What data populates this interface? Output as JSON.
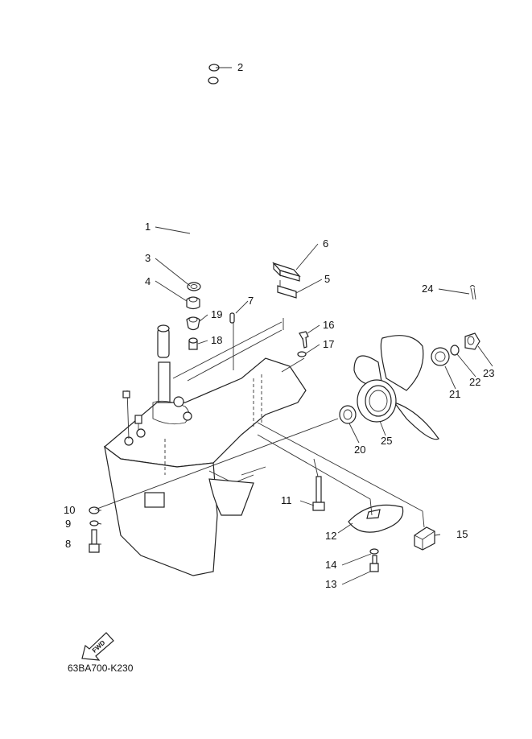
{
  "diagram": {
    "code": "63BA700-K230",
    "fwd_label": "FWD",
    "callouts": [
      "1",
      "2",
      "3",
      "4",
      "5",
      "6",
      "7",
      "8",
      "9",
      "10",
      "11",
      "12",
      "13",
      "14",
      "15",
      "16",
      "17",
      "18",
      "19",
      "20",
      "21",
      "22",
      "23",
      "24",
      "25"
    ]
  }
}
